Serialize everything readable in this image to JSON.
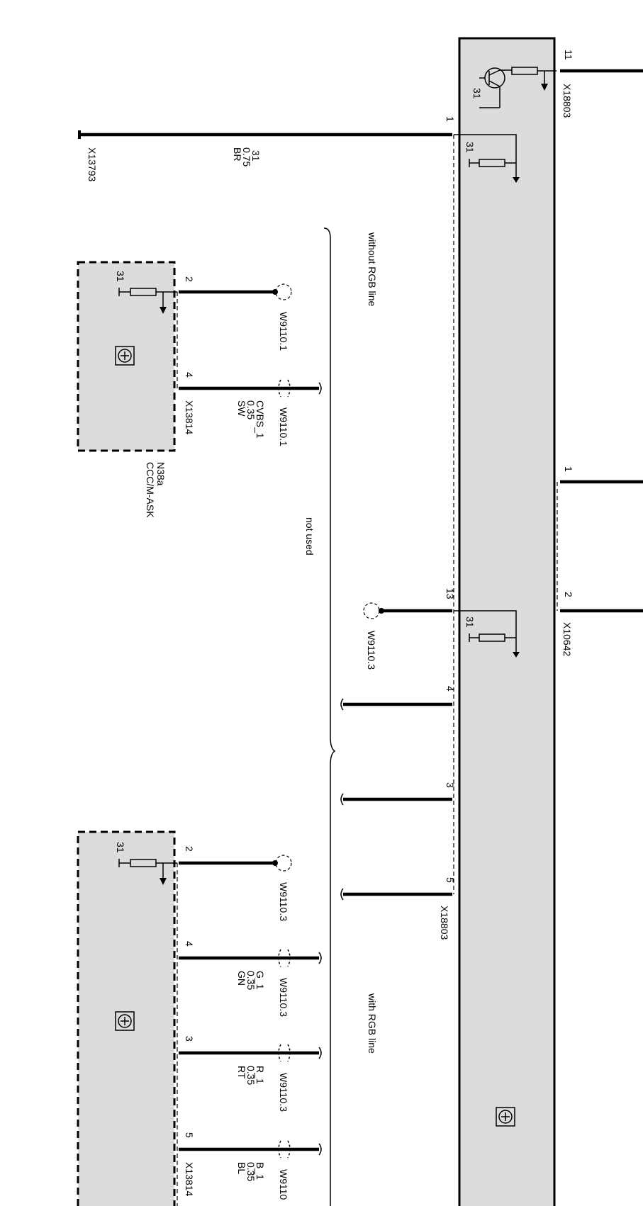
{
  "main_module": {
    "connectors": [
      "X18803",
      "X10642",
      "X18803"
    ],
    "pins_top": [
      "11",
      "1",
      "13",
      "4",
      "3",
      "5"
    ],
    "pins_right": [
      "1",
      "2"
    ],
    "ground_label": "31"
  },
  "ground_wire": {
    "pin": "1",
    "label": "31",
    "gauge": "0.75",
    "color": "BR",
    "connector": "X13793"
  },
  "notes": {
    "without_rgb": "without RGB line",
    "not_used": "not used",
    "with_rgb": "with RGB line"
  },
  "module_a": {
    "name": "N38a",
    "subname": "CCC/M-ASK",
    "connector": "X13814",
    "ground_label": "31",
    "pins": [
      "2",
      "4"
    ],
    "splices": [
      "W9110.1",
      "W9110.1"
    ],
    "signal": {
      "name": "CVBS_1",
      "gauge": "0.35",
      "color": "SW"
    }
  },
  "module_b": {
    "connector": "X13814",
    "ground_label": "31",
    "pins": [
      "2",
      "4",
      "3",
      "5"
    ],
    "splices": [
      "W9110.3",
      "W9110.3",
      "W9110.3",
      "W9110"
    ],
    "signals": [
      {
        "name": "G_1",
        "gauge": "0.35",
        "color": "GN"
      },
      {
        "name": "R_1",
        "gauge": "0.35",
        "color": "RT"
      },
      {
        "name": "B_1",
        "gauge": "0.35",
        "color": "BL"
      }
    ]
  },
  "splice_main": "W9110.3"
}
